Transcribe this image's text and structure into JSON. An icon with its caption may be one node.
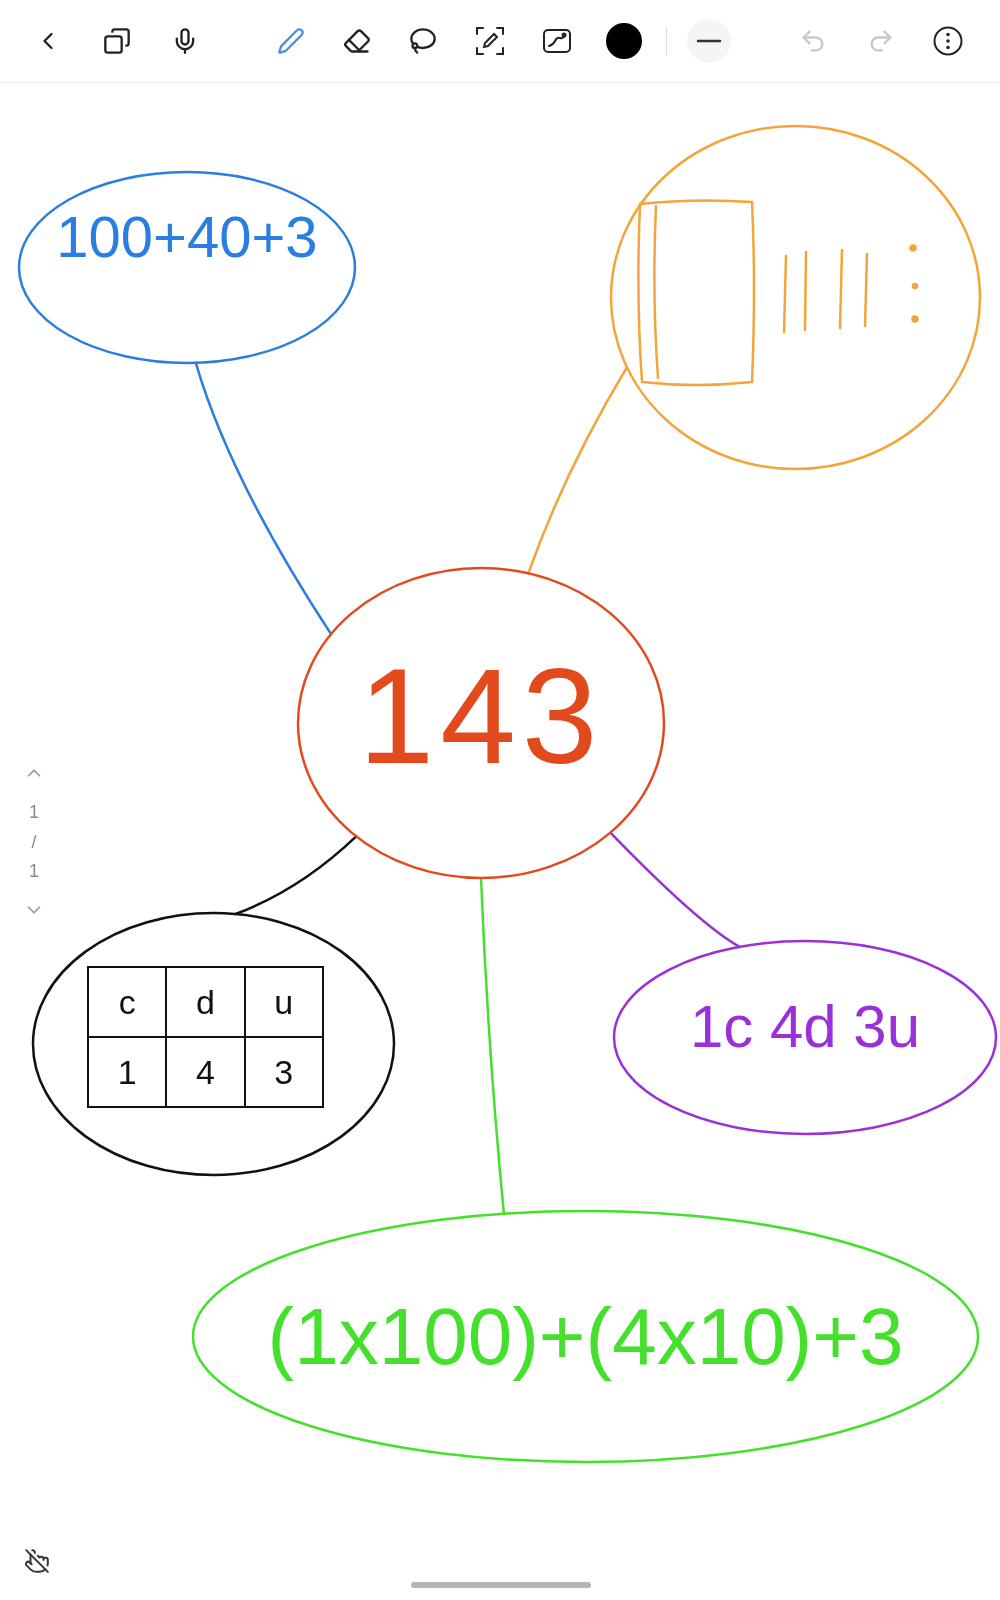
{
  "diagram": {
    "nodes": [
      {
        "text": [
          "100+40+3"
        ]
      },
      {
        "text": [],
        "shape": "picture"
      },
      {
        "text": [
          "143"
        ]
      },
      {
        "text": [
          "c",
          "d",
          "u",
          "1",
          "4",
          "3"
        ]
      },
      {
        "text": [
          "1c 4d 3u"
        ]
      },
      {
        "text": [
          "(1x100)+(4x10)+3"
        ]
      }
    ],
    "edges": [
      {
        "from": 0,
        "to": 2,
        "arrow": "none",
        "color": "#2a7de1"
      },
      {
        "from": 1,
        "to": 2,
        "arrow": "none",
        "color": "#f3a53a"
      },
      {
        "from": 2,
        "to": 3,
        "arrow": "none",
        "color": "#111111"
      },
      {
        "from": 4,
        "to": 2,
        "arrow": "none",
        "color": "#9b30d8"
      },
      {
        "from": 2,
        "to": 5,
        "arrow": "none",
        "color": "#44e02c"
      }
    ],
    "labels": [
      "1",
      "/",
      "1"
    ]
  }
}
